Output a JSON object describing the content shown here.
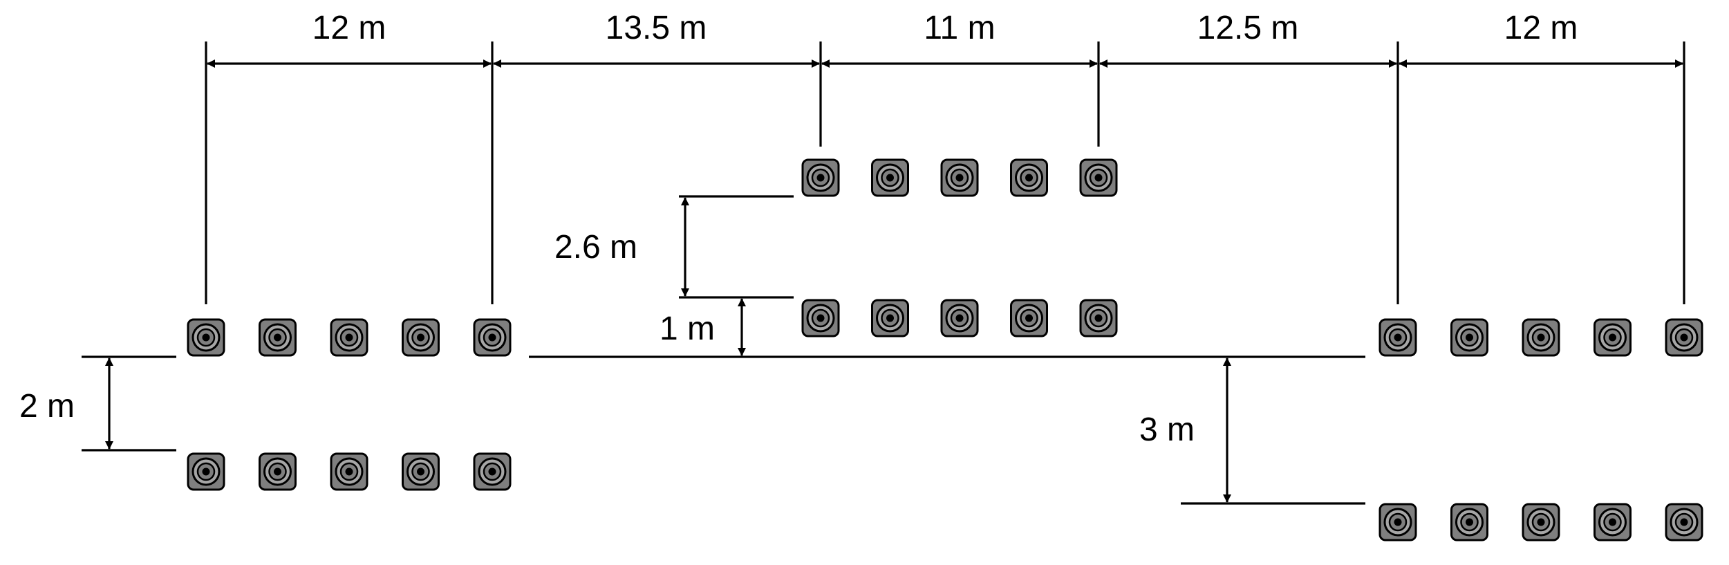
{
  "colors": {
    "line": "#000000",
    "sensor_body": "#7f7f7f",
    "sensor_ring": "#a6a6a6",
    "sensor_dot": "#000000",
    "background": "#ffffff"
  },
  "icon": "sensor-icon",
  "horizontal_dimensions": [
    {
      "id": "h1",
      "label": "12 m",
      "value_m": 12
    },
    {
      "id": "h2",
      "label": "13.5 m",
      "value_m": 13.5
    },
    {
      "id": "h3",
      "label": "11 m",
      "value_m": 11
    },
    {
      "id": "h4",
      "label": "12.5 m",
      "value_m": 12.5
    },
    {
      "id": "h5",
      "label": "12 m",
      "value_m": 12
    }
  ],
  "vertical_dimensions": [
    {
      "id": "v1",
      "label": "2 m",
      "value_m": 2
    },
    {
      "id": "v2",
      "label": "2.6 m",
      "value_m": 2.6
    },
    {
      "id": "v3",
      "label": "1 m",
      "value_m": 1
    },
    {
      "id": "v4",
      "label": "3 m",
      "value_m": 3
    }
  ],
  "sensor_rows": [
    {
      "id": "row-left-upper",
      "count": 5
    },
    {
      "id": "row-left-lower",
      "count": 5
    },
    {
      "id": "row-middle-upper",
      "count": 5
    },
    {
      "id": "row-middle-lower",
      "count": 5
    },
    {
      "id": "row-right-upper",
      "count": 5
    },
    {
      "id": "row-right-lower",
      "count": 5
    }
  ]
}
